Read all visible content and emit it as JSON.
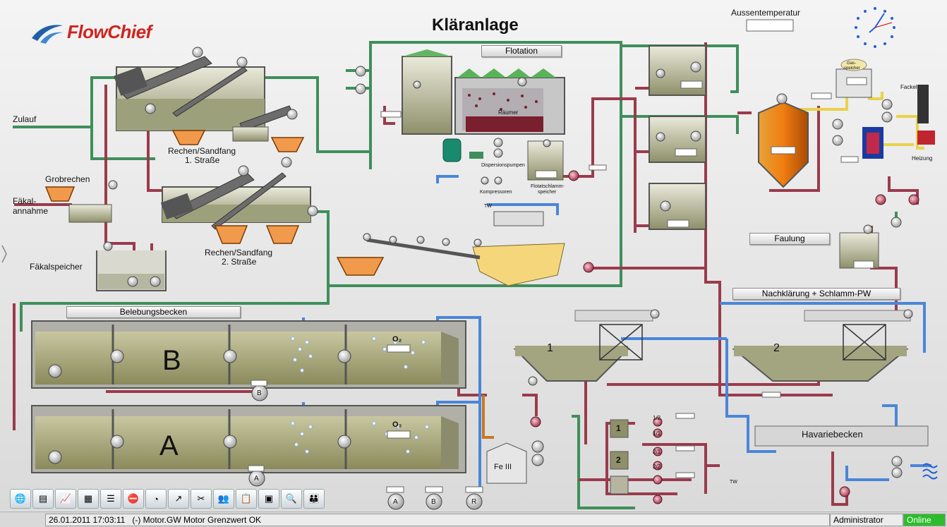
{
  "app": {
    "title": "Kläranlage",
    "logo_text": "FlowChief"
  },
  "labels": {
    "zulauf": "Zulauf",
    "grobrechen": "Grobrechen",
    "faekal": "Fäkal-",
    "annahme": "annahme",
    "faekalspeicher": "Fäkalspeicher",
    "rechen1_a": "Rechen/Sandfang",
    "rechen1_b": "1. Straße",
    "rechen2_a": "Rechen/Sandfang",
    "rechen2_b": "2. Straße",
    "flotation": "Flotation",
    "raeumer": "Räumer",
    "dispersionspumpen": "Dispersionspumpen",
    "kompressoren": "Kompressoren",
    "flotatschlamm1": "Flotatschlamm-",
    "flotatschlamm2": "speicher",
    "aussentemperatur": "Aussentemperatur",
    "gasspeicher1": "Gas-",
    "gasspeicher2": "speicher",
    "fackel": "Fackel",
    "heizung": "Heizung",
    "faulung": "Faulung",
    "nachklaerung": "Nachklärung + Schlamm-PW",
    "belebungsbecken": "Belebungsbecken",
    "havariebecken": "Havariebecken",
    "fe3": "Fe III",
    "tw": "TW",
    "basin_b": "B",
    "basin_a": "A",
    "o2": "O₂",
    "clar1": "1",
    "clar2": "2"
  },
  "valve_labels": [
    "1/2",
    "1/1",
    "2/1",
    "2/2"
  ],
  "bottom_markers": [
    "A",
    "B",
    "R"
  ],
  "toolbar": [
    "globe-icon",
    "report-icon",
    "chart-icon",
    "table-icon",
    "list-icon",
    "alarm-icon",
    "gauge-icon",
    "trend-icon",
    "tools-icon",
    "users-icon",
    "notes-icon",
    "monitor-icon",
    "search-icon",
    "group-icon"
  ],
  "status": {
    "timestamp": "26.01.2011 17:03:11",
    "message": "(-)  Motor.GW  Motor  Grenzwert  OK",
    "user": "Administrator",
    "state": "Online"
  },
  "colors": {
    "pipe_green": "#3f8f5a",
    "pipe_red": "#9a3b4c",
    "pipe_blue": "#4a86d8",
    "pipe_orange": "#c8781e",
    "water": "#a8ac80",
    "brand_red": "#d0241f",
    "brand_blue": "#1f5fa8",
    "status_online": "#2bbd2b"
  }
}
